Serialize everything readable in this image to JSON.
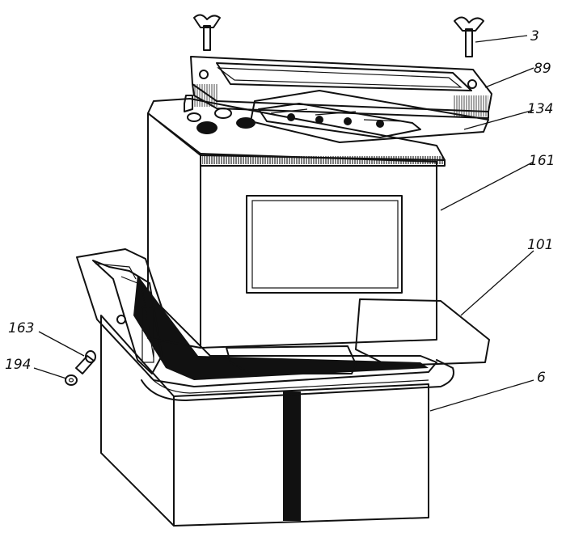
{
  "labels": {
    "bolt_top": "3",
    "frame": "89",
    "gasket": "134",
    "battery": "161",
    "pad": "101",
    "box": "6",
    "screw": "163",
    "washer": "194"
  },
  "colors": {
    "ink": "#111111",
    "paper": "#ffffff"
  }
}
